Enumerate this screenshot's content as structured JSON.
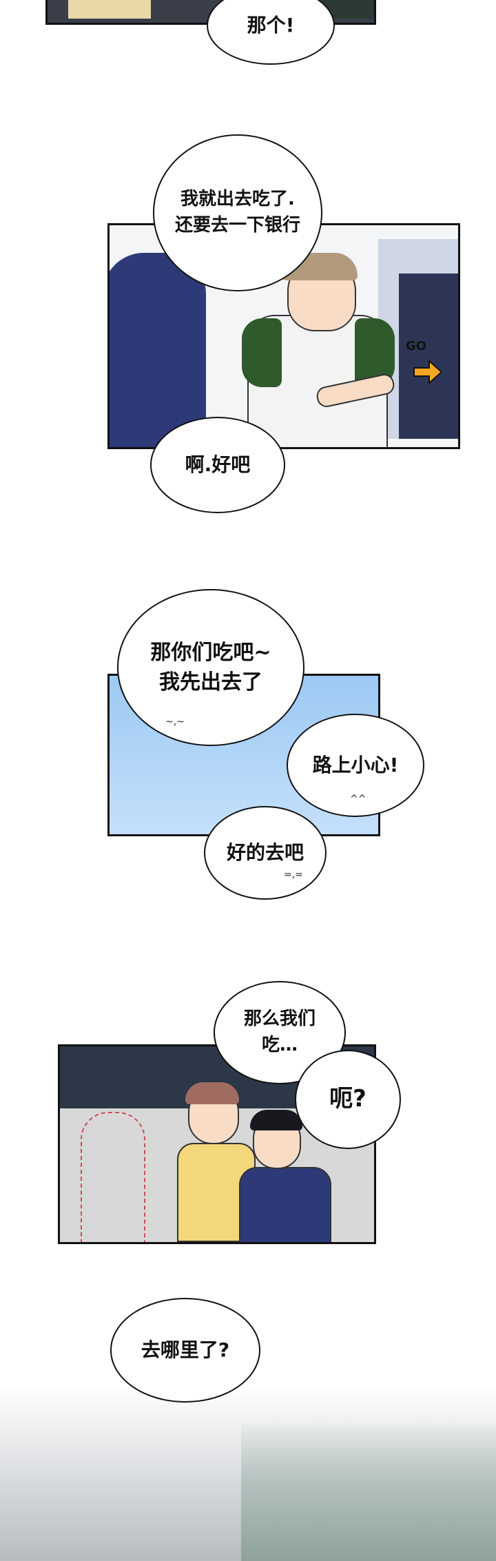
{
  "bubbles": {
    "b1": "那个!",
    "b2": "我就出去吃了.\n还要去一下银行",
    "b3": "啊.好吧",
    "b4": "那你们吃吧~\n我先出去了",
    "b5": "路上小心!",
    "b6": "好的去吧",
    "b7": "那么我们\n吃…",
    "b8": "呃?",
    "b9": "去哪里了?"
  },
  "sfx": {
    "go": "GO"
  },
  "colors": {
    "panel_border": "#111111",
    "sky_blue": "#a9d0f5",
    "yellow_shirt": "#f3d77a",
    "navy_shirt": "#2e3a78",
    "green_sleeve": "#2f5a2c",
    "arrow_orange": "#f5a623"
  }
}
